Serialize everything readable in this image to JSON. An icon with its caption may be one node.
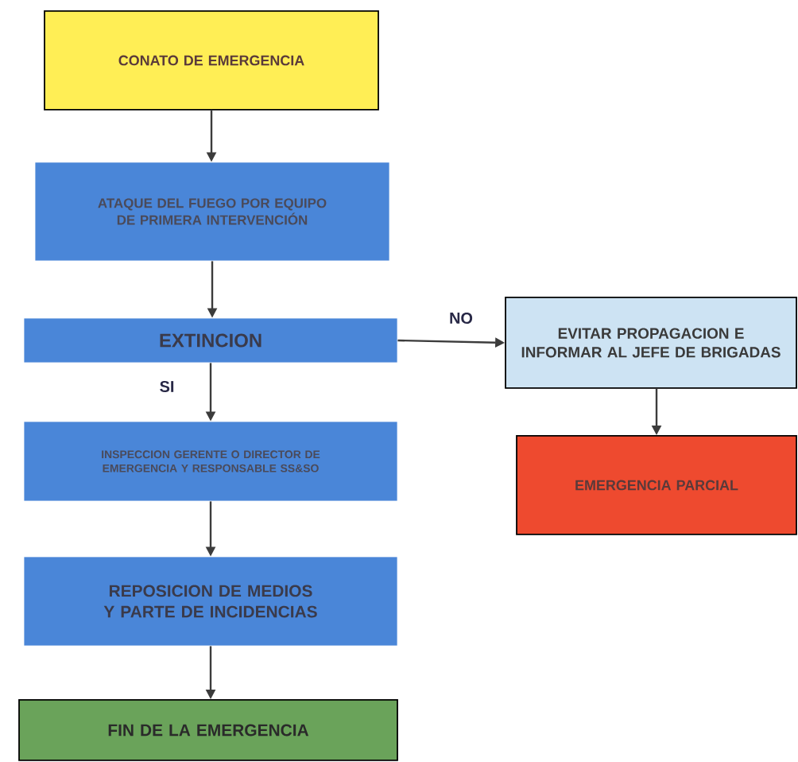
{
  "diagram": {
    "nodes": [
      {
        "text": [
          "CONATO DE EMERGENCIA"
        ]
      },
      {
        "text": [
          "ATAQUE DEL FUEGO POR EQUIPO DE PRIMERA INTERVENCIÓN"
        ]
      },
      {
        "text": [
          "EXTINCION"
        ]
      },
      {
        "text": [
          "INSPECCION GERENTE O DIRECTOR DE EMERGENCIA Y RESPONSABLE SS&SO"
        ]
      },
      {
        "text": [
          "REPOSICION DE MEDIOS Y PARTE DE INCIDENCIAS"
        ]
      },
      {
        "text": [
          "FIN DE LA EMERGENCIA"
        ]
      },
      {
        "text": [
          "EVITAR PROPAGACION E INFORMAR AL JEFE DE BRIGADAS"
        ]
      },
      {
        "text": [
          "EMERGENCIA PARCIAL"
        ]
      }
    ],
    "edges": [
      {
        "from": 0,
        "to": 1,
        "arrow": "to"
      },
      {
        "from": 1,
        "to": 2,
        "arrow": "to"
      },
      {
        "from": 2,
        "to": 3,
        "arrow": "to",
        "label": "SI"
      },
      {
        "from": 3,
        "to": 4,
        "arrow": "to"
      },
      {
        "from": 4,
        "to": 5,
        "arrow": "to"
      },
      {
        "from": 2,
        "to": 6,
        "arrow": "to",
        "label": "NO"
      },
      {
        "from": 6,
        "to": 7,
        "arrow": "to"
      }
    ]
  }
}
